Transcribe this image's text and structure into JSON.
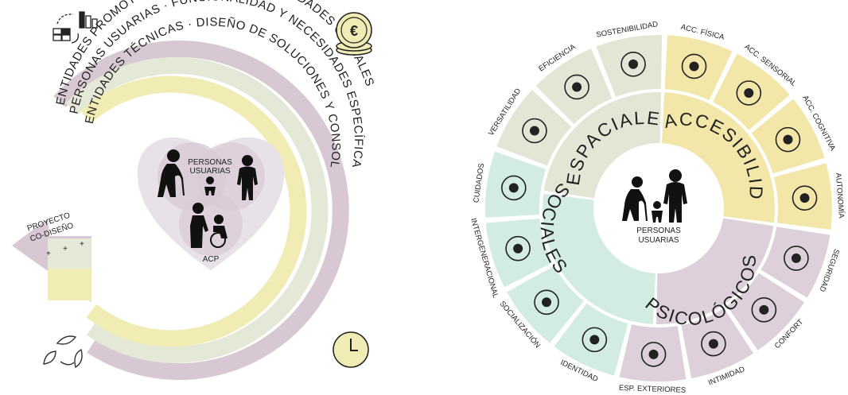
{
  "left_diagram": {
    "rings": [
      {
        "label": "ENTIDADES PROMOTORAS · GESTIÓN Y NECESIDADES GLOBALES",
        "color": "#d7c8d3"
      },
      {
        "label": "PERSONAS USUARIAS · FUNCIONALIDAD Y NECESIDADES ESPECÍFICAS",
        "color": "#e4e8d7"
      },
      {
        "label": "ENTIDADES TÉCNICAS · DISEÑO DE SOLUCIONES Y CONSOLIDACIÓN TÉCNICA",
        "color": "#f1ebb4"
      }
    ],
    "arrow_label_1": "PROYECTO",
    "arrow_label_2": "CO-DISEÑO",
    "plus_sign": "+",
    "heart_label_1": "PERSONAS",
    "heart_label_2": "USUARIAS",
    "heart_bottom_label": "ACP",
    "coin_symbol": "€"
  },
  "right_wheel": {
    "center_label_1": "PERSONAS",
    "center_label_2": "USUARIAS",
    "categories": [
      {
        "label": "ACCESIBILIDAD",
        "color": "#f2e7a8"
      },
      {
        "label": "PSICOLÓGICOS",
        "color": "#ddd0da"
      },
      {
        "label": "SOCIALES",
        "color": "#d2ebe3"
      },
      {
        "label": "ESPACIALES",
        "color": "#e4e6d5"
      }
    ],
    "segments": [
      {
        "label": "ACC. FÍSICA",
        "color": "#f2e7a8"
      },
      {
        "label": "ACC. SENSORIAL",
        "color": "#f2e7a8"
      },
      {
        "label": "ACC. COGNITIVA",
        "color": "#f2e7a8"
      },
      {
        "label": "AUTONOMÍA",
        "color": "#f2e7a8"
      },
      {
        "label": "SEGURIDAD",
        "color": "#ddd0da"
      },
      {
        "label": "CONFORT",
        "color": "#ddd0da"
      },
      {
        "label": "INTIMIDAD",
        "color": "#ddd0da"
      },
      {
        "label": "ESP. EXTERIORES",
        "color": "#ddd0da"
      },
      {
        "label": "IDENTIDAD",
        "color": "#d2ebe3"
      },
      {
        "label": "SOCIALIZACIÓN",
        "color": "#d2ebe3"
      },
      {
        "label": "INTERGENERACIONAL",
        "color": "#d2ebe3"
      },
      {
        "label": "CUIDADOS",
        "color": "#d2ebe3"
      },
      {
        "label": "VERSATILIDAD",
        "color": "#e4e6d5"
      },
      {
        "label": "EFICIENCIA",
        "color": "#e4e6d5"
      },
      {
        "label": "SOSTENIBILIDAD",
        "color": "#e4e6d5"
      }
    ]
  }
}
